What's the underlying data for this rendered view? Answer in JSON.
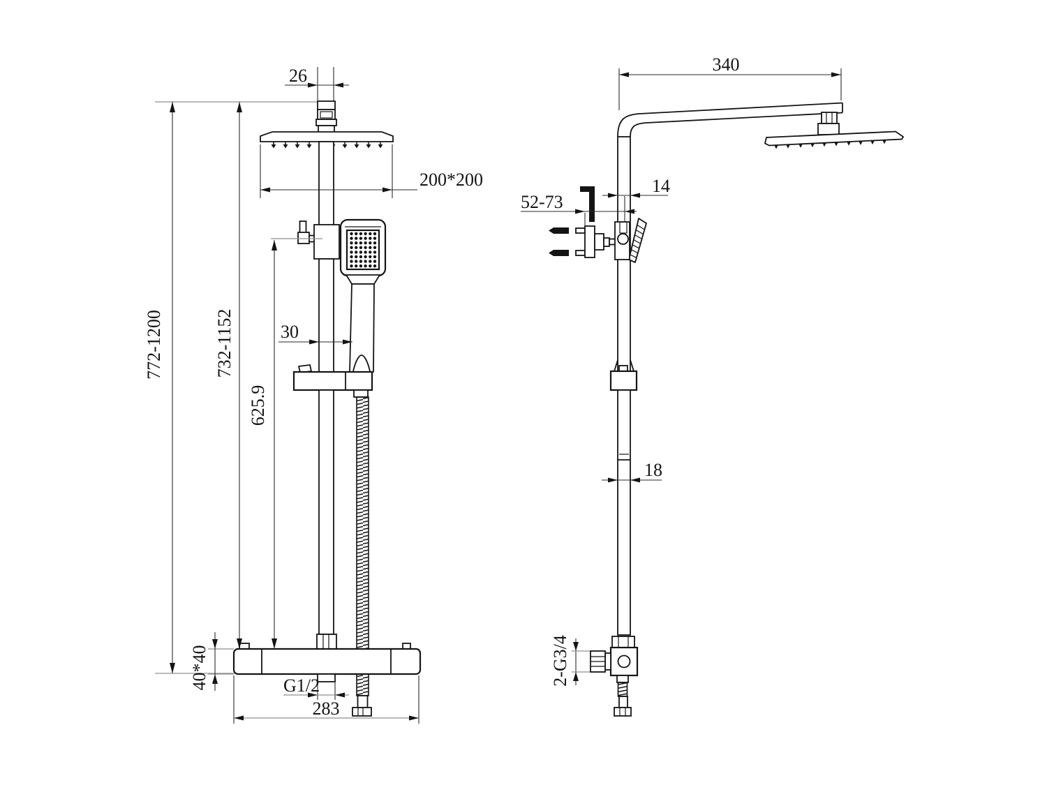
{
  "sheet": {
    "description": "Technical dimension drawing of a thermostatic shower column with square overhead rain shower, hand shower and slide rail; front view on the left, side view on the right"
  },
  "dimensions": {
    "front": {
      "top_pipe_width": "26",
      "head_size": "200*200",
      "overall_height": "772-1200",
      "column_height": "732-1152",
      "rail_length": "625.9",
      "handset_offset": "30",
      "valve_section": "40*40",
      "outlet_thread": "G1/2",
      "valve_width": "283"
    },
    "side": {
      "arm_reach": "340",
      "upper_pipe_width": "14",
      "wall_offset": "52-73",
      "lower_pipe_width": "18",
      "inlet_thread": "2-G3/4"
    }
  }
}
